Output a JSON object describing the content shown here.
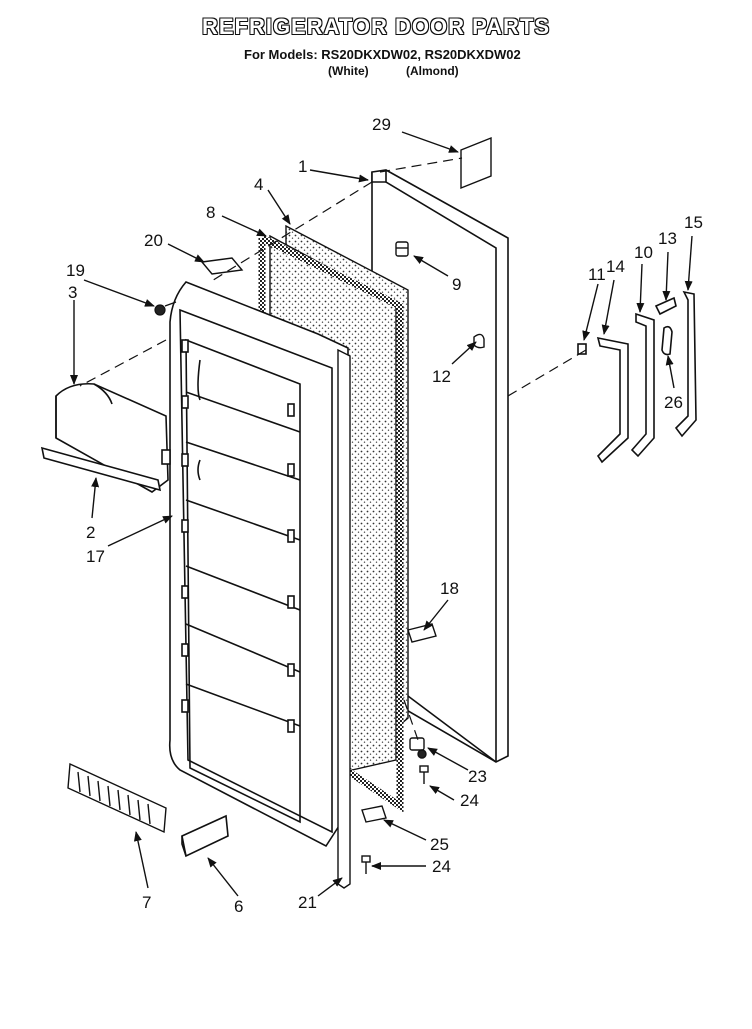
{
  "header": {
    "title": "REFRIGERATOR DOOR PARTS",
    "models_prefix": "For Models:",
    "model_1": "RS20DKXDW02",
    "model_sep": ",",
    "model_2": "RS20DKXDW02",
    "variant_1": "(White)",
    "variant_2": "(Almond)"
  },
  "callouts": {
    "p1": "1",
    "p2": "2",
    "p3": "3",
    "p4": "4",
    "p6": "6",
    "p7": "7",
    "p8": "8",
    "p9": "9",
    "p10": "10",
    "p11": "11",
    "p12": "12",
    "p13": "13",
    "p14": "14",
    "p15": "15",
    "p17": "17",
    "p18": "18",
    "p19": "19",
    "p20": "20",
    "p21": "21",
    "p23": "23",
    "p24a": "24",
    "p24b": "24",
    "p25": "25",
    "p26": "26",
    "p29": "29"
  }
}
